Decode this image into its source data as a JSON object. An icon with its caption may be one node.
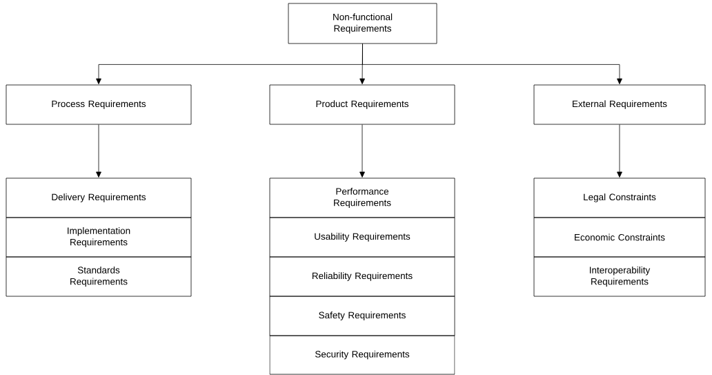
{
  "diagram": {
    "nodes": [
      {
        "text": [
          "Non-functional Requirements"
        ]
      },
      {
        "text": [
          "Process Requirements"
        ]
      },
      {
        "text": [
          "Product Requirements"
        ]
      },
      {
        "text": [
          "External Requirements"
        ]
      },
      {
        "text": [
          "Delivery Requirements"
        ]
      },
      {
        "text": [
          "Implementation Requirements"
        ]
      },
      {
        "text": [
          "Standards Requirements"
        ]
      },
      {
        "text": [
          "Performance Requirements"
        ]
      },
      {
        "text": [
          "Usability Requirements"
        ]
      },
      {
        "text": [
          "Reliability Requirements"
        ]
      },
      {
        "text": [
          "Safety Requirements"
        ]
      },
      {
        "text": [
          "Security Requirements"
        ]
      },
      {
        "text": [
          "Legal Constraints"
        ]
      },
      {
        "text": [
          "Economic Constraints"
        ]
      },
      {
        "text": [
          "Interoperability Requirements"
        ]
      }
    ],
    "edges": [
      {
        "from": 0,
        "to": 1,
        "arrow": "to"
      },
      {
        "from": 0,
        "to": 2,
        "arrow": "to"
      },
      {
        "from": 0,
        "to": 3,
        "arrow": "to"
      },
      {
        "from": 1,
        "to": 4,
        "arrow": "to"
      },
      {
        "from": 2,
        "to": 7,
        "arrow": "to"
      },
      {
        "from": 3,
        "to": 12,
        "arrow": "to"
      }
    ]
  }
}
